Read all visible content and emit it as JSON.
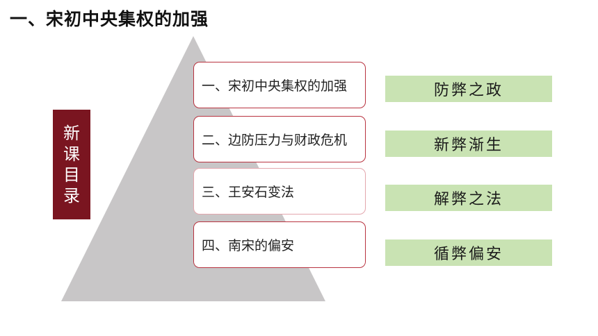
{
  "title": "一、宋初中央集权的加强",
  "side_label": "新课目录",
  "toc": [
    {
      "label": "一、宋初中央集权的加强",
      "tag": "防弊之政"
    },
    {
      "label": "二、边防压力与财政危机",
      "tag": "新弊渐生"
    },
    {
      "label": "三、王安石变法",
      "tag": "解弊之法"
    },
    {
      "label": "四、南宋的偏安",
      "tag": "循弊偏安"
    }
  ],
  "colors": {
    "accent": "#7a1520",
    "box_border": "#b8323f",
    "tag_bg": "#c9e3b3",
    "pyramid": "#c8c6c7"
  }
}
